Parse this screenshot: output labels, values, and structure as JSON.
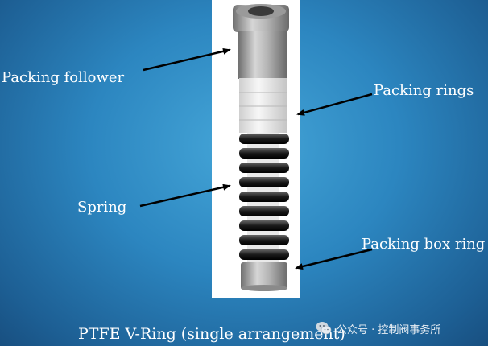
{
  "labels": {
    "packing_follower": "Packing follower",
    "packing_rings": "Packing rings",
    "spring": "Spring",
    "packing_box_ring": "Packing box ring"
  },
  "caption": "PTFE V-Ring (single arrangement)",
  "watermark": {
    "text": "公众号 · 控制阀事务所",
    "icon": "wechat-icon"
  },
  "colors": {
    "background": "#2c86c0",
    "text": "#ffffff",
    "arrow": "#000000"
  }
}
